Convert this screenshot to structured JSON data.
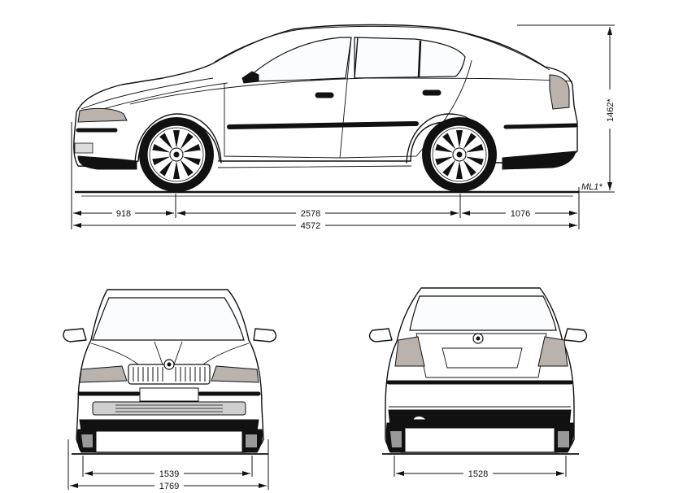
{
  "drawing": {
    "subject": "Sedan dimension drawing",
    "views": [
      "side",
      "front",
      "rear"
    ],
    "units": "mm"
  },
  "side_view": {
    "front_overhang": "918",
    "wheelbase": "2578",
    "rear_overhang": "1076",
    "overall_length": "4572",
    "height": "1462*",
    "height_reference": "ML1*"
  },
  "front_view": {
    "track": "1539",
    "overall_width": "1769"
  },
  "rear_view": {
    "track": "1528"
  },
  "colors": {
    "line": "#111111",
    "lamp": "#b9b2ad",
    "background": "#ffffff"
  }
}
